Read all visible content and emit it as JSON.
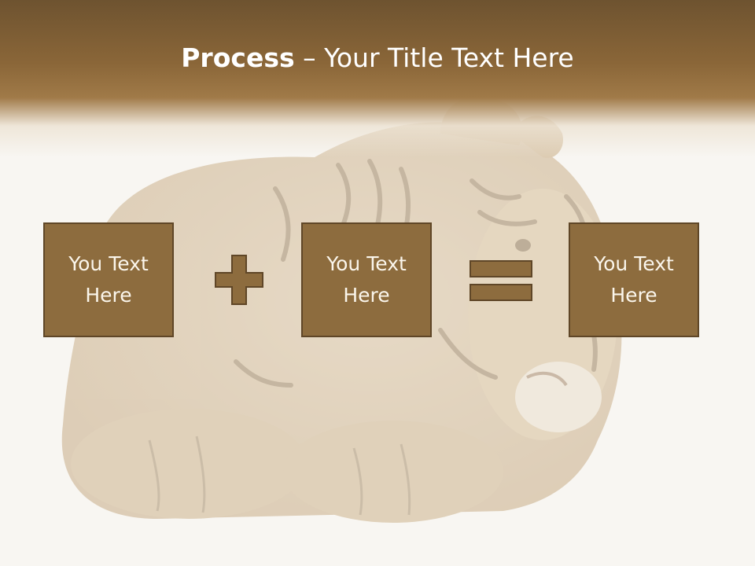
{
  "slide": {
    "title_bold": "Process",
    "title_rest": " – Your Title Text Here"
  },
  "process": {
    "boxes": [
      {
        "label": "You Text Here"
      },
      {
        "label": "You Text Here"
      },
      {
        "label": "You Text Here"
      }
    ],
    "operators": [
      "plus-icon",
      "equals-icon"
    ]
  },
  "colors": {
    "title_band": "#8a6638",
    "box_fill": "#8d6c3e",
    "box_border": "#5f4627",
    "text": "#ffffff"
  },
  "background_image": "tiger-cub-faded-photo"
}
